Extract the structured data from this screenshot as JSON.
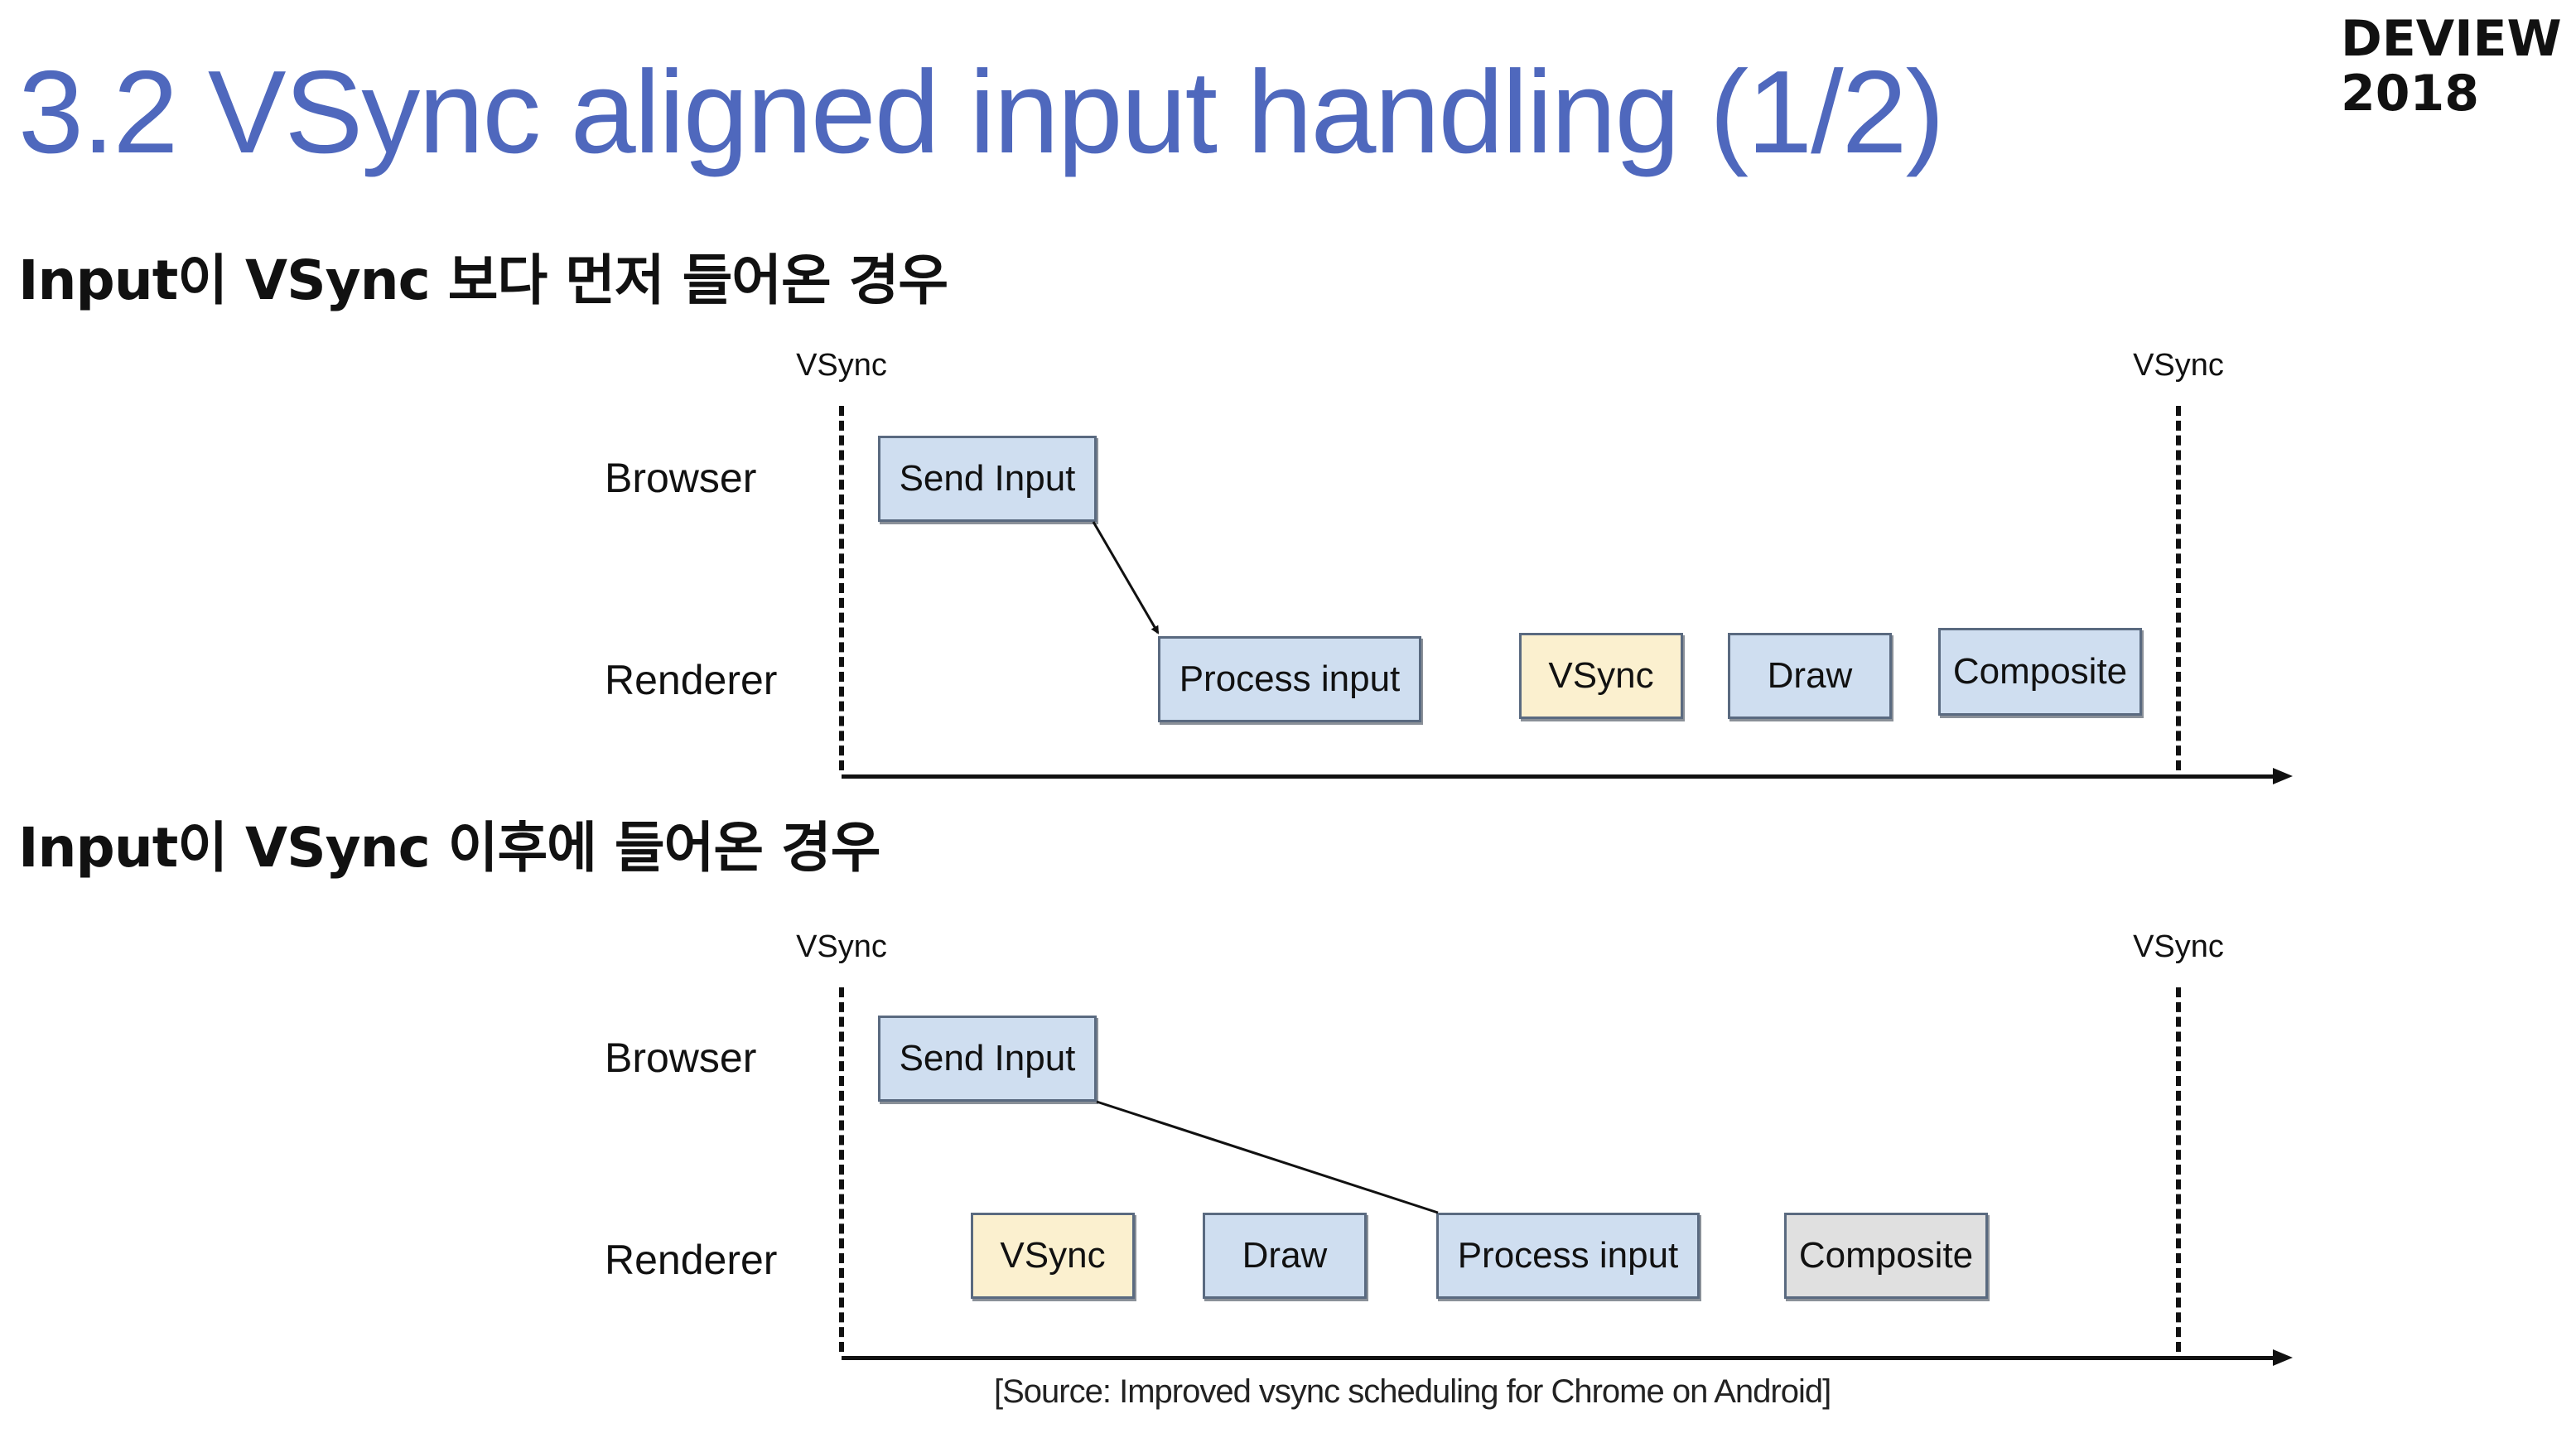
{
  "title": "3.2 VSync aligned input handling (1/2)",
  "brand": {
    "line1": "DEVIEW",
    "line2": "2018"
  },
  "diagrams": [
    {
      "heading": "Input이 VSync 보다 먼저 들어온 경우",
      "vsync_labels": [
        "VSync",
        "VSync"
      ],
      "row_labels": {
        "browser": "Browser",
        "renderer": "Renderer"
      },
      "browser_blocks": [
        {
          "label": "Send Input",
          "color": "#cfdef0"
        }
      ],
      "renderer_blocks": [
        {
          "label": "Process input",
          "color": "#cfdef0"
        },
        {
          "label": "VSync",
          "color": "#fbf0cf"
        },
        {
          "label": "Draw",
          "color": "#cfdef0"
        },
        {
          "label": "Composite",
          "color": "#cfdef0"
        }
      ]
    },
    {
      "heading": "Input이 VSync 이후에 들어온 경우",
      "vsync_labels": [
        "VSync",
        "VSync"
      ],
      "row_labels": {
        "browser": "Browser",
        "renderer": "Renderer"
      },
      "browser_blocks": [
        {
          "label": "Send Input",
          "color": "#cfdef0"
        }
      ],
      "renderer_blocks": [
        {
          "label": "VSync",
          "color": "#fbf0cf"
        },
        {
          "label": "Draw",
          "color": "#cfdef0"
        },
        {
          "label": "Process input",
          "color": "#cfdef0"
        },
        {
          "label": "Composite",
          "color": "#e0e0e0"
        }
      ]
    }
  ],
  "source": "[Source: Improved vsync scheduling for Chrome on Android]"
}
